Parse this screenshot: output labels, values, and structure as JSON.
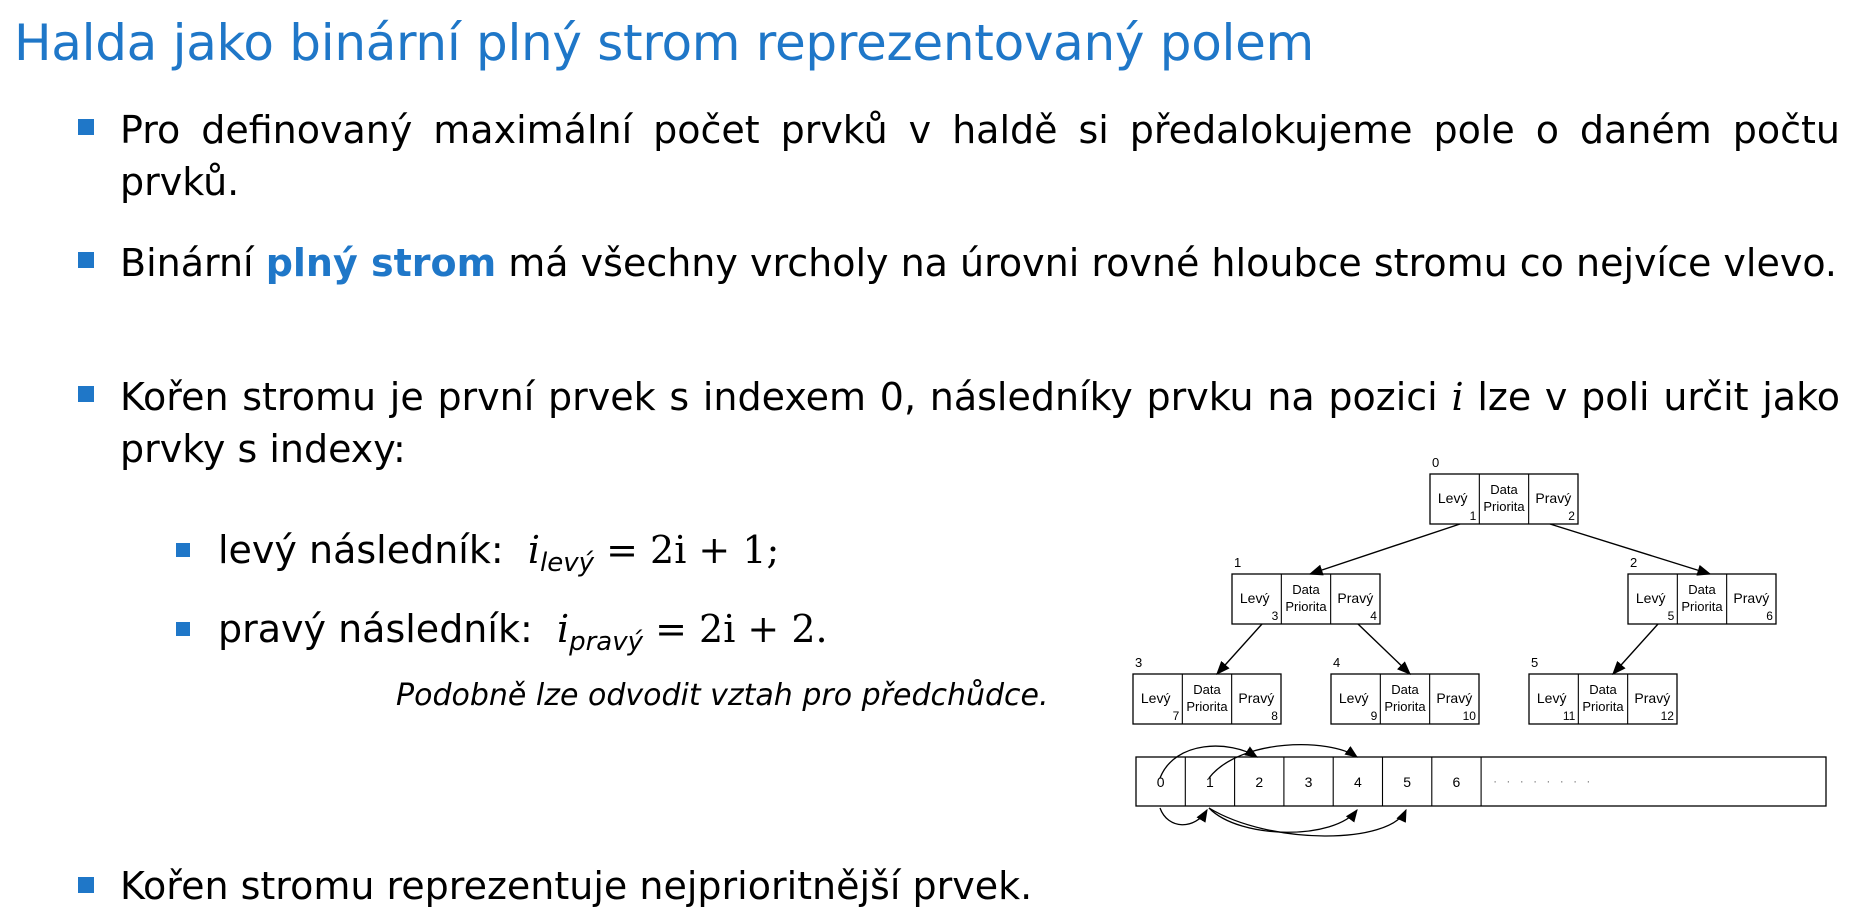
{
  "slide": {
    "title": "Halda jako binární plný strom reprezentovaný polem",
    "bullets": [
      {
        "text": "Pro definovaný maximální počet prvků v haldě si předalokujeme pole o daném počtu prvků."
      },
      {
        "before": "Binární ",
        "highlight": "plný strom",
        "after": " má všechny vrcholy na úrovni rovné hloubce stromu co nejvíce vlevo."
      },
      {
        "before": "Kořen stromu je první prvek s indexem 0, následníky prvku na pozici ",
        "var": "i",
        "after": " lze v poli určit jako prvky s indexy:"
      },
      {
        "text": "Kořen stromu reprezentuje nejprioritnější prvek."
      }
    ],
    "sub_bullets": [
      {
        "label": "levý následník:",
        "var": "i",
        "sub": "levý",
        "formula": "= 2i + 1;"
      },
      {
        "label": "pravý následník:",
        "var": "i",
        "sub": "pravý",
        "formula": "= 2i + 2."
      }
    ],
    "note": "Podobně lze odvodit vztah pro předchůdce."
  },
  "diagram": {
    "nodes": [
      {
        "index": "0",
        "left_label": "Levý",
        "left_num": "1",
        "data": "Data",
        "priority": "Priorita",
        "right_label": "Pravý",
        "right_num": "2"
      },
      {
        "index": "1",
        "left_label": "Levý",
        "left_num": "3",
        "data": "Data",
        "priority": "Priorita",
        "right_label": "Pravý",
        "right_num": "4"
      },
      {
        "index": "2",
        "left_label": "Levý",
        "left_num": "5",
        "data": "Data",
        "priority": "Priorita",
        "right_label": "Pravý",
        "right_num": "6"
      },
      {
        "index": "3",
        "left_label": "Levý",
        "left_num": "7",
        "data": "Data",
        "priority": "Priorita",
        "right_label": "Pravý",
        "right_num": "8"
      },
      {
        "index": "4",
        "left_label": "Levý",
        "left_num": "9",
        "data": "Data",
        "priority": "Priorita",
        "right_label": "Pravý",
        "right_num": "10"
      },
      {
        "index": "5",
        "left_label": "Levý",
        "left_num": "11",
        "data": "Data",
        "priority": "Priorita",
        "right_label": "Pravý",
        "right_num": "12"
      }
    ],
    "array_cells": [
      "0",
      "1",
      "2",
      "3",
      "4",
      "5",
      "6"
    ],
    "array_ellipsis": "· · · · · · · ·"
  }
}
